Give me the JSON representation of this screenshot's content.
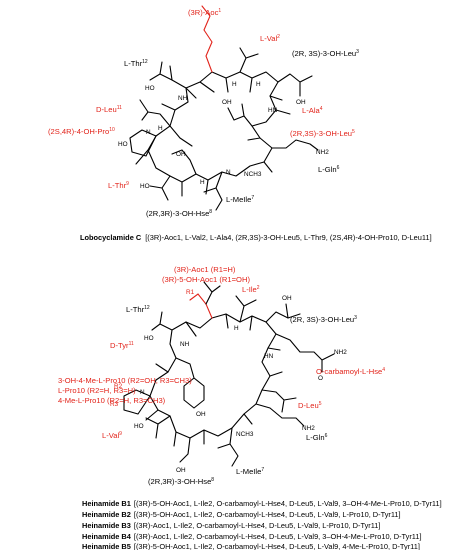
{
  "figure_a": {
    "residue_labels": {
      "aoc": "(3R)-Aoc",
      "aoc_n": "1",
      "val": "L-Val",
      "val_n": "2",
      "ohleu3": "(2R, 3S)-3-OH-Leu",
      "ohleu3_n": "3",
      "thr12": "L-Thr",
      "thr12_n": "12",
      "ala": "L-Ala",
      "ala_n": "4",
      "leu11": "D-Leu",
      "leu11_n": "11",
      "ohpro": "(2S,4R)-4-OH-Pro",
      "ohpro_n": "10",
      "ohleu5": "(2R,3S)-3-OH-Leu",
      "ohleu5_n": "5",
      "gln": "L-Gln",
      "gln_n": "6",
      "thr9": "L-Thr",
      "thr9_n": "9",
      "meile": "L-MeIle",
      "meile_n": "7",
      "hse": "(2R,3R)-3-OH-Hse",
      "hse_n": "8"
    },
    "atoms": {
      "oh": "OH",
      "ho": "HO",
      "nh": "NH",
      "hn": "HN",
      "h": "H",
      "n": "N",
      "o": "O",
      "nh2": "NH2",
      "nch3": "NCH3"
    },
    "caption_name": "Lobocyclamide C",
    "caption_seq": "[(3R)-Aoc1, L-Val2, L-Ala4, (2R,3S)-3-OH-Leu5, L-Thr9, (2S,4R)-4-OH-Pro10, D-Leu11]"
  },
  "figure_b": {
    "residue_labels": {
      "aoc_a": "(3R)-Aoc1 (R1=H)",
      "aoc_b": "(3R)-5-OH-Aoc1 (R1=OH)",
      "ile": "L-Ile",
      "ile_n": "2",
      "ohleu3": "(2R, 3S)-3-OH-Leu",
      "ohleu3_n": "3",
      "thr12": "L-Thr",
      "thr12_n": "12",
      "tyr": "D-Tyr",
      "tyr_n": "11",
      "hse4": "O-carbamoyl-L-Hse",
      "hse4_n": "4",
      "pro_a": "3-OH-4-Me-L-Pro10 (R2=OH, R3=CH3)",
      "pro_b": "L-Pro10 (R2=H, R3=H)",
      "pro_c": "4-Me-L-Pro10 (R2=H, R3=CH3)",
      "leu5": "D-Leu",
      "leu5_n": "5",
      "val9": "L-Val",
      "val9_n": "9",
      "gln": "L-Gln",
      "gln_n": "6",
      "meile": "L-MeIle",
      "meile_n": "7",
      "hse8": "(2R,3R)-3-OH-Hse",
      "hse8_n": "8"
    },
    "atoms": {
      "r1": "R1",
      "r2": "R2",
      "r3": "R3",
      "oh": "OH",
      "ho": "HO",
      "nh": "NH",
      "hn": "HN",
      "h": "H",
      "n": "N",
      "o": "O",
      "nh2": "NH2",
      "nch3": "NCH3"
    },
    "captions": [
      {
        "name": "Heinamide B1",
        "seq": "[(3R)-5-OH-Aoc1, L-Ile2, O-carbamoyl-L-Hse4, D-Leu5, L-Val9, 3–OH-4-Me-L-Pro10, D-Tyr11]"
      },
      {
        "name": "Heinamide B2",
        "seq": "[(3R)-5-OH-Aoc1, L-Ile2, O-carbamoyl-L-Hse4, D-Leu5, L-Val9, L-Pro10, D-Tyr11]"
      },
      {
        "name": "Heinamide B3",
        "seq": "[(3R)-Aoc1, L-Ile2, O-carbamoyl-L-Hse4, D-Leu5, L-Val9, L-Pro10, D-Tyr11]"
      },
      {
        "name": "Heinamide B4",
        "seq": "[(3R)-Aoc1, L-Ile2, O-carbamoyl-L-Hse4, D-Leu5, L-Val9, 3–OH-4-Me-L-Pro10, D-Tyr11]"
      },
      {
        "name": "Heinamide B5",
        "seq": "[(3R)-5-OH-Aoc1, L-Ile2, O-carbamoyl-L-Hse4, D-Leu5, L-Val9, 4-Me-L-Pro10, D-Tyr11]"
      }
    ]
  }
}
